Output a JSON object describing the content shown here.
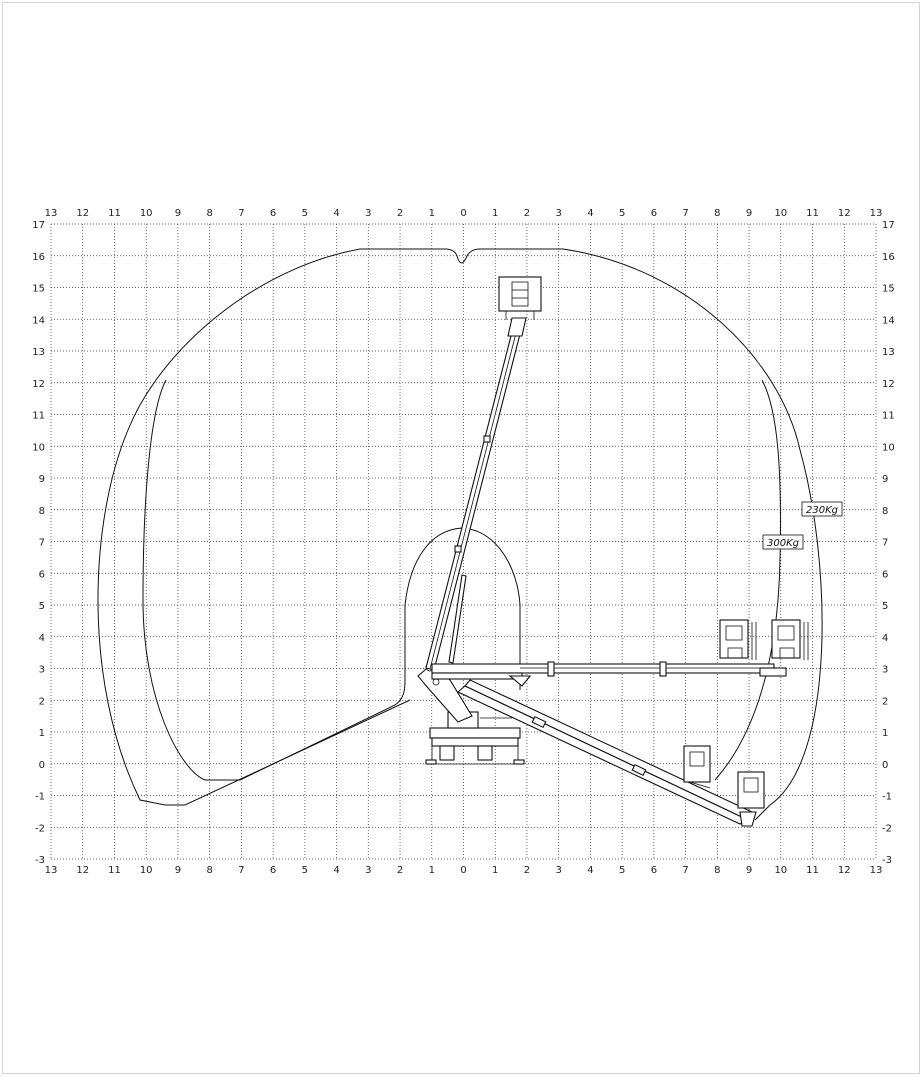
{
  "axes": {
    "x_ticks": [
      "13",
      "12",
      "11",
      "10",
      "9",
      "8",
      "7",
      "6",
      "5",
      "4",
      "3",
      "2",
      "1",
      "0",
      "1",
      "2",
      "3",
      "4",
      "5",
      "6",
      "7",
      "8",
      "9",
      "10",
      "11",
      "12",
      "13"
    ],
    "y_ticks": [
      "17",
      "16",
      "15",
      "14",
      "13",
      "12",
      "11",
      "10",
      "9",
      "8",
      "7",
      "6",
      "5",
      "4",
      "3",
      "2",
      "1",
      "0",
      "-1",
      "-2",
      "-3"
    ],
    "x_range": [
      -13,
      13
    ],
    "y_range": [
      -3,
      17
    ],
    "grid": true
  },
  "load_labels": {
    "outer": "230Kg",
    "inner": "300Kg"
  },
  "colors": {
    "line": "#111111",
    "grid": "#333333",
    "background": "#ffffff"
  }
}
